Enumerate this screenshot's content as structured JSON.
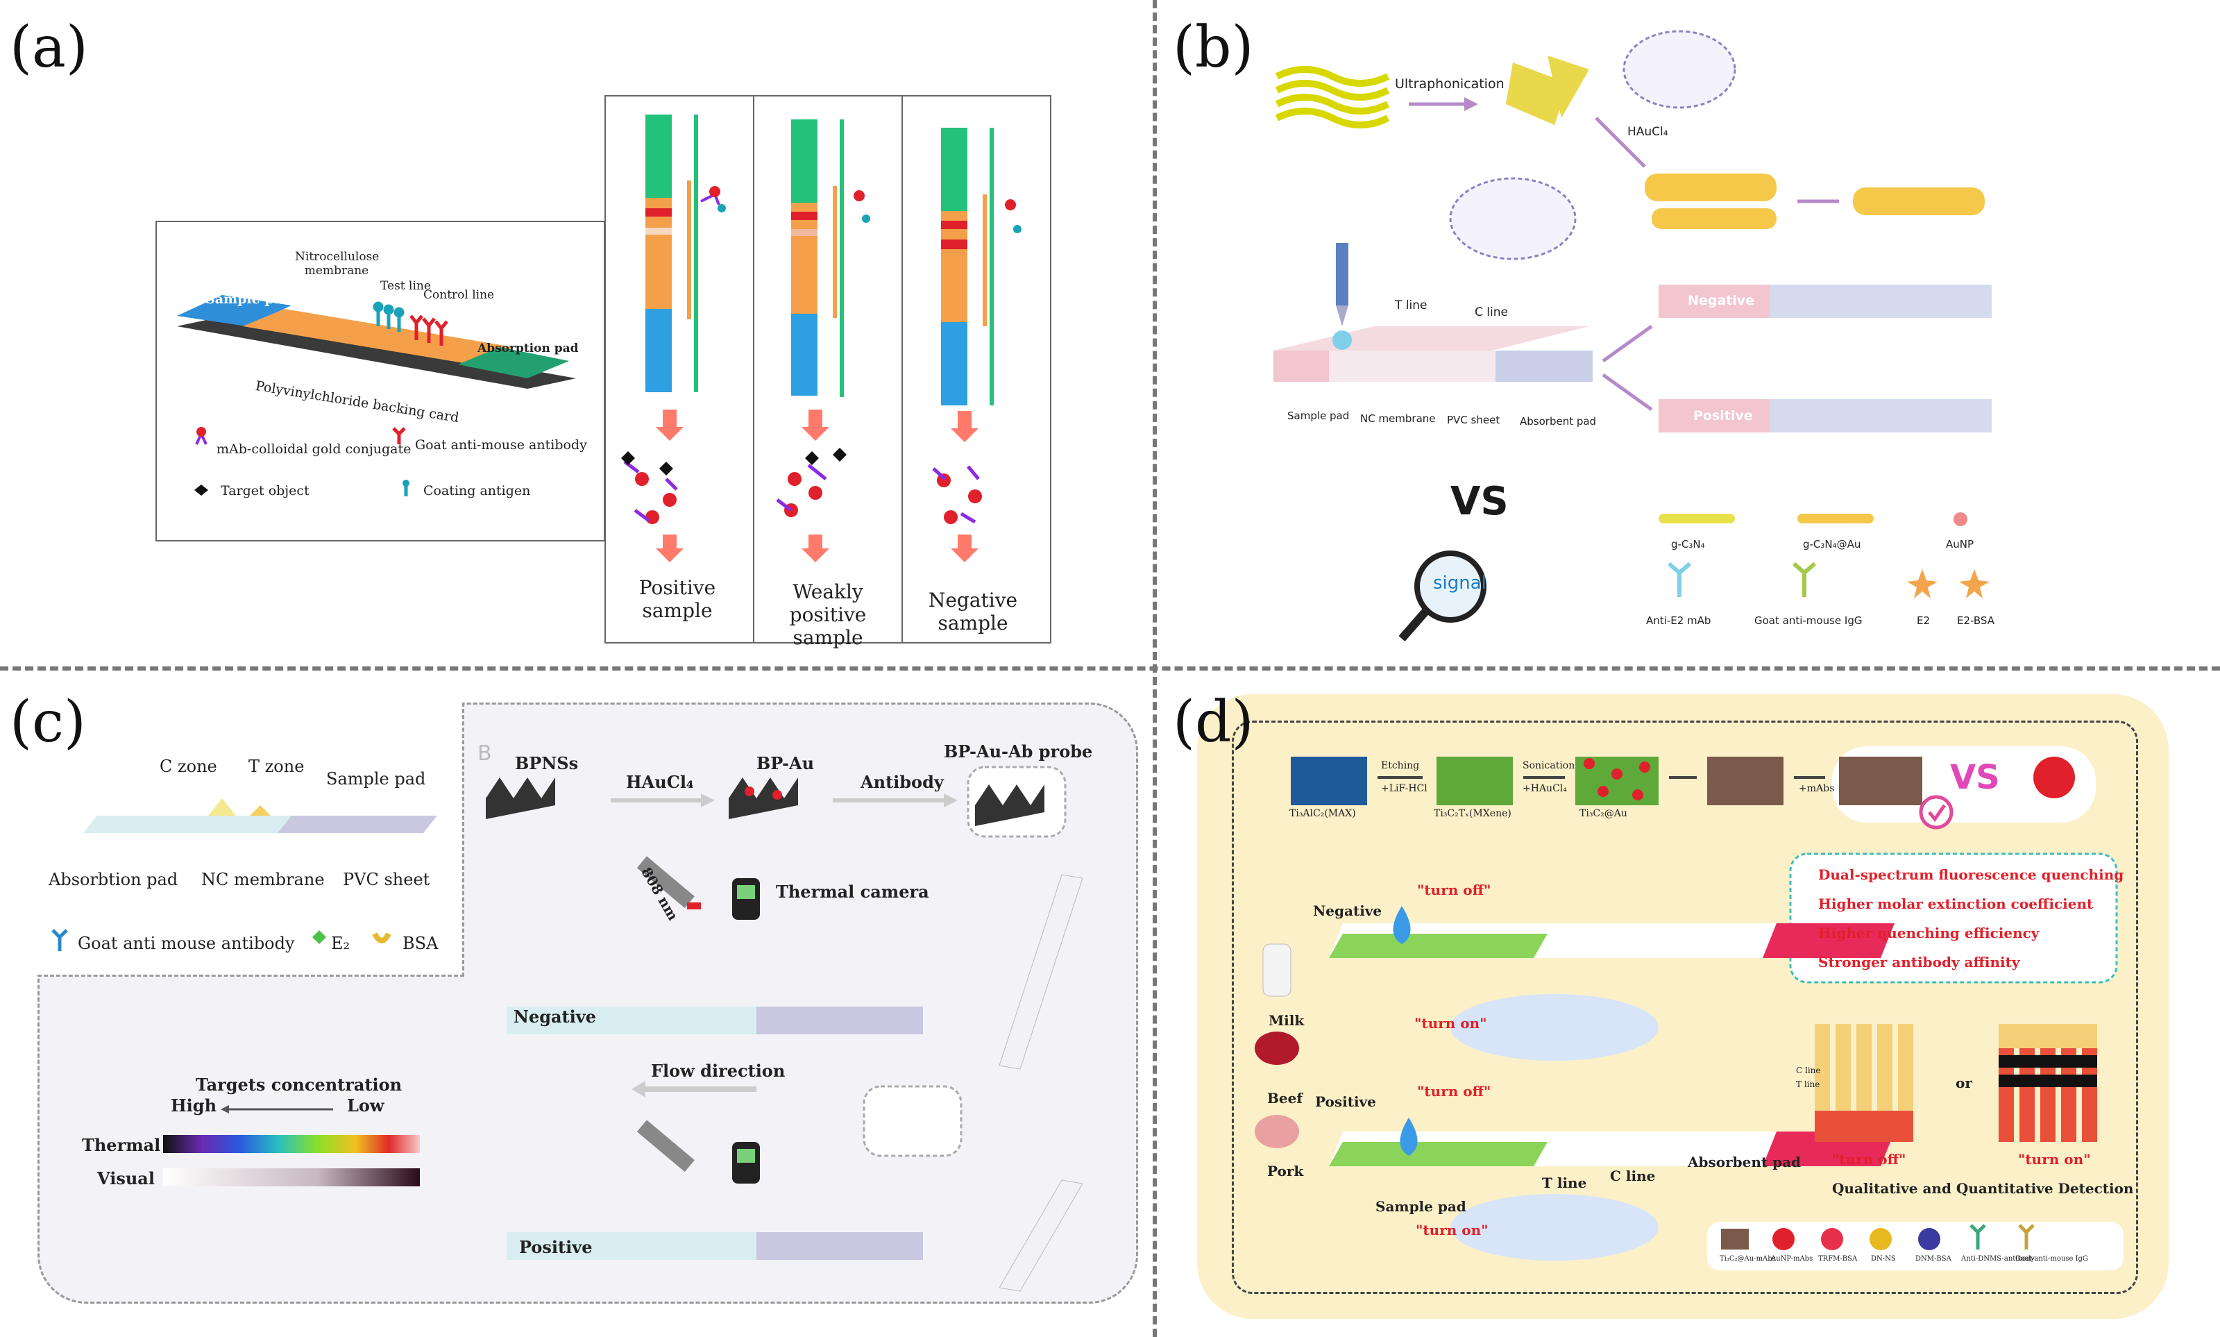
{
  "panels": {
    "a": {
      "letter": "(a)",
      "strip_labels": {
        "sample_pad": "Sample pad",
        "nitrocellulose": "Nitrocellulose membrane",
        "test_line": "Test line",
        "control_line": "Control line",
        "absorption_pad": "Absorption pad",
        "backing_card": "Polyvinylchloride backing card"
      },
      "legend": {
        "conjugate": "mAb-colloidal gold conjugate",
        "goat_antibody": "Goat anti-mouse antibody",
        "target": "Target object",
        "coating": "Coating antigen"
      },
      "samples": [
        "Positive sample",
        "Weakly positive sample",
        "Negative sample"
      ]
    },
    "b": {
      "letter": "(b)",
      "ultraphonication": "Ultraphonication",
      "haucl4": "HAuCl₄",
      "t_line": "T line",
      "c_line": "C line",
      "negative": "Negative",
      "positive": "Positive",
      "strip_parts": [
        "Sample pad",
        "NC membrane",
        "PVC sheet",
        "Absorbent pad"
      ],
      "vs": "VS",
      "signal": "signal",
      "legend_top": [
        "g-C₃N₄",
        "g-C₃N₄@Au",
        "AuNP"
      ],
      "legend_bottom": [
        "Anti-E2 mAb",
        "Goat anti-mouse IgG",
        "E2",
        "E2-BSA"
      ]
    },
    "c": {
      "letter": "(c)",
      "c_zone": "C zone",
      "t_zone": "T zone",
      "sample_pad": "Sample pad",
      "absorbtion_pad": "Absorbtion pad",
      "nc_membrane": "NC membrane",
      "pvc_sheet": "PVC sheet",
      "legend_goat": "Goat anti mouse antibody",
      "legend_e2": "E₂",
      "legend_bsa": "BSA",
      "targets_concentration": "Targets concentration",
      "high": "High",
      "low": "Low",
      "thermal": "Thermal",
      "visual": "Visual",
      "b_mark": "B",
      "bpnss": "BPNSs",
      "haucl4": "HAuCl₄",
      "bp_au": "BP-Au",
      "antibody": "Antibody",
      "probe": "BP-Au-Ab probe",
      "nm808": "808 nm",
      "thermal_camera": "Thermal camera",
      "negative": "Negative",
      "flow_direction": "Flow direction",
      "positive": "Positive"
    },
    "d": {
      "letter": "(d)",
      "max": "Ti₃AlC₂(MAX)",
      "etching": "Etching",
      "lif_hcl": "+LiF-HCl",
      "mxene": "Ti₃C₂Tₓ(MXene)",
      "sonication": "Sonication",
      "haucl4": "+HAuCl₄",
      "ti3c2au": "Ti₃C₂@Au",
      "mabs": "+mAbs",
      "vs": "VS",
      "advantages": [
        "Dual-spectrum fluorescence quenching",
        "Higher molar extinction coefficient",
        "Higher quenching efficiency",
        "Stronger antibody affinity"
      ],
      "turn_off": "\"turn off\"",
      "turn_on": "\"turn on\"",
      "negative": "Negative",
      "positive": "Positive",
      "milk": "Milk",
      "beef": "Beef",
      "pork": "Pork",
      "t_line": "T line",
      "c_line": "C line",
      "absorbent_pad": "Absorbent pad",
      "sample_pad": "Sample pad",
      "c_line_small": "C line",
      "t_line_small": "T line",
      "or": "or",
      "qual": "Qualitative and Quantitative Detection",
      "legend": [
        "Ti₃C₂@Au-mAbs",
        "AuNP-mAbs",
        "TRFM-BSA",
        "DN-NS",
        "DNM-BSA",
        "Anti-DNMS-antibody",
        "Goat-anti-mouse IgG"
      ]
    }
  },
  "colors": {
    "green_pad": "#22c27a",
    "orange_membrane": "#f4a04a",
    "blue_pad": "#2e9fe0",
    "red_line": "#e0202a",
    "cream_bg": "#fdf6dc",
    "pink_pad": "#f2c5cf",
    "lilac_pad": "#c8cfe6"
  }
}
